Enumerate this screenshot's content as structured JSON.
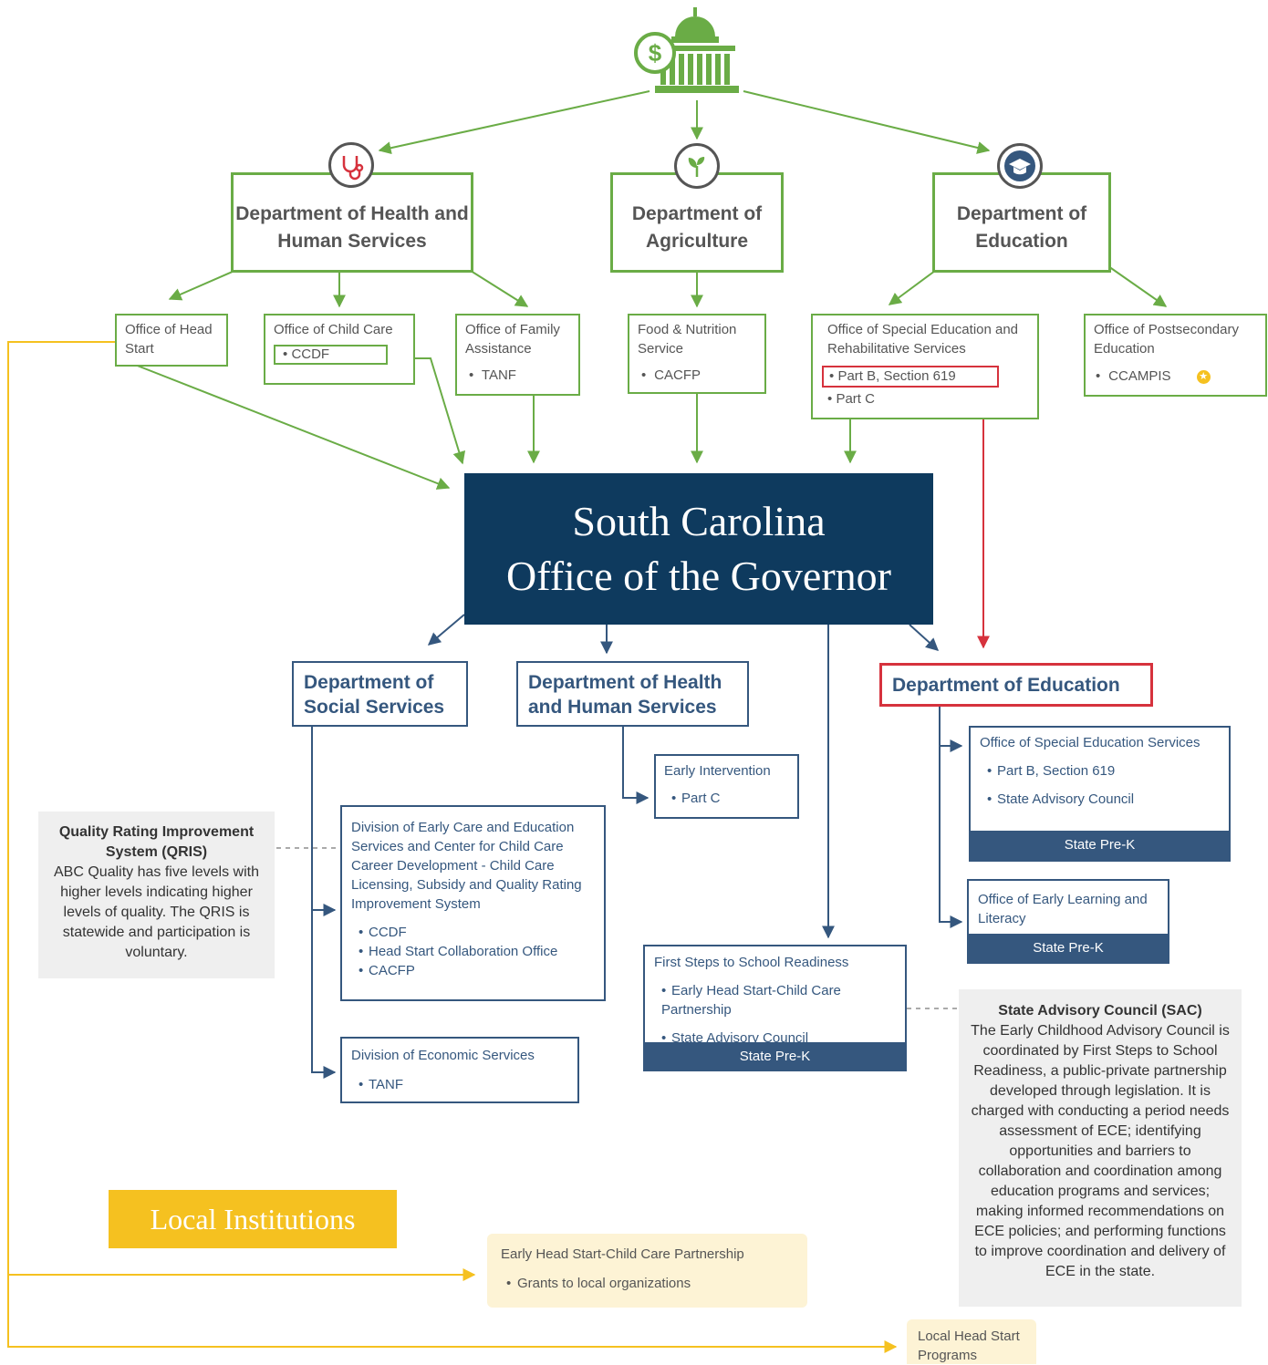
{
  "federal": {
    "hhs": {
      "title": "Department of Health and Human Services"
    },
    "agriculture": {
      "title": "Department of Agriculture"
    },
    "education": {
      "title": "Department of Education"
    },
    "offices": {
      "head_start": {
        "title": "Office of Head Start"
      },
      "child_care": {
        "title": "Office of Child Care",
        "items": [
          "CCDF"
        ]
      },
      "family_assistance": {
        "title": "Office of Family Assistance",
        "items": [
          "TANF"
        ]
      },
      "food_nutrition": {
        "title": "Food & Nutrition Service",
        "items": [
          "CACFP"
        ]
      },
      "special_education": {
        "title": "Office of Special Education and Rehabilitative Services",
        "items": [
          "Part B, Section 619",
          "Part C"
        ]
      },
      "postsecondary": {
        "title": "Office of Postsecondary Education",
        "items": [
          "CCAMPIS"
        ]
      }
    }
  },
  "governor": {
    "line1": "South Carolina",
    "line2": "Office of the Governor"
  },
  "state": {
    "social_services": {
      "title": "Department of Social Services"
    },
    "hhs": {
      "title": "Department of Health and Human Services"
    },
    "education": {
      "title": "Department of Education"
    },
    "early_intervention": {
      "title": "Early Intervention",
      "items": [
        "Part C"
      ]
    },
    "early_care_division": {
      "title": "Division of Early Care and Education Services and Center for Child Care Career Development - Child Care Licensing, Subsidy and Quality Rating Improvement System",
      "items": [
        "CCDF",
        "Head Start Collaboration Office",
        "CACFP"
      ]
    },
    "economic_services": {
      "title": "Division of Economic Services",
      "items": [
        "TANF"
      ]
    },
    "first_steps": {
      "title": "First Steps to School Readiness",
      "items": [
        "Early Head Start-Child Care Partnership",
        "State Advisory Council"
      ],
      "footer": "State Pre-K"
    },
    "special_ed_services": {
      "title": "Office of Special Education Services",
      "items": [
        "Part B, Section 619",
        "State Advisory Council"
      ],
      "footer": "State Pre-K"
    },
    "early_learning": {
      "title": "Office of Early Learning and Literacy",
      "footer": "State Pre-K"
    }
  },
  "notes": {
    "qris": {
      "head": "Quality Rating Improvement System (QRIS)",
      "body": "ABC Quality has five levels with higher levels indicating higher levels of quality. The QRIS is statewide and participation is voluntary."
    },
    "sac": {
      "head": "State Advisory Council (SAC)",
      "body": "The Early Childhood Advisory Council is coordinated by First Steps to School Readiness, a public-private partnership developed through legislation. It is charged with conducting a period needs assessment of ECE; identifying opportunities and barriers to collaboration and coordination among education programs and services; making informed recommendations on ECE policies; and performing functions to improve coordination and delivery of ECE in the state."
    }
  },
  "local": {
    "title": "Local Institutions",
    "ehs_partnership": {
      "title": "Early Head Start-Child Care Partnership",
      "items": [
        "Grants to local organizations"
      ]
    },
    "head_start_programs": {
      "title": "Local Head Start Programs"
    }
  },
  "icons": [
    "capitol-dollar-icon",
    "stethoscope-icon",
    "sprout-icon",
    "graduation-cap-icon",
    "star-icon"
  ],
  "colors": {
    "federal_green": "#6aac46",
    "state_blue": "#35577e",
    "governor_navy": "#0e3a5e",
    "highlight_red": "#d6323d",
    "local_yellow": "#f5c120"
  }
}
